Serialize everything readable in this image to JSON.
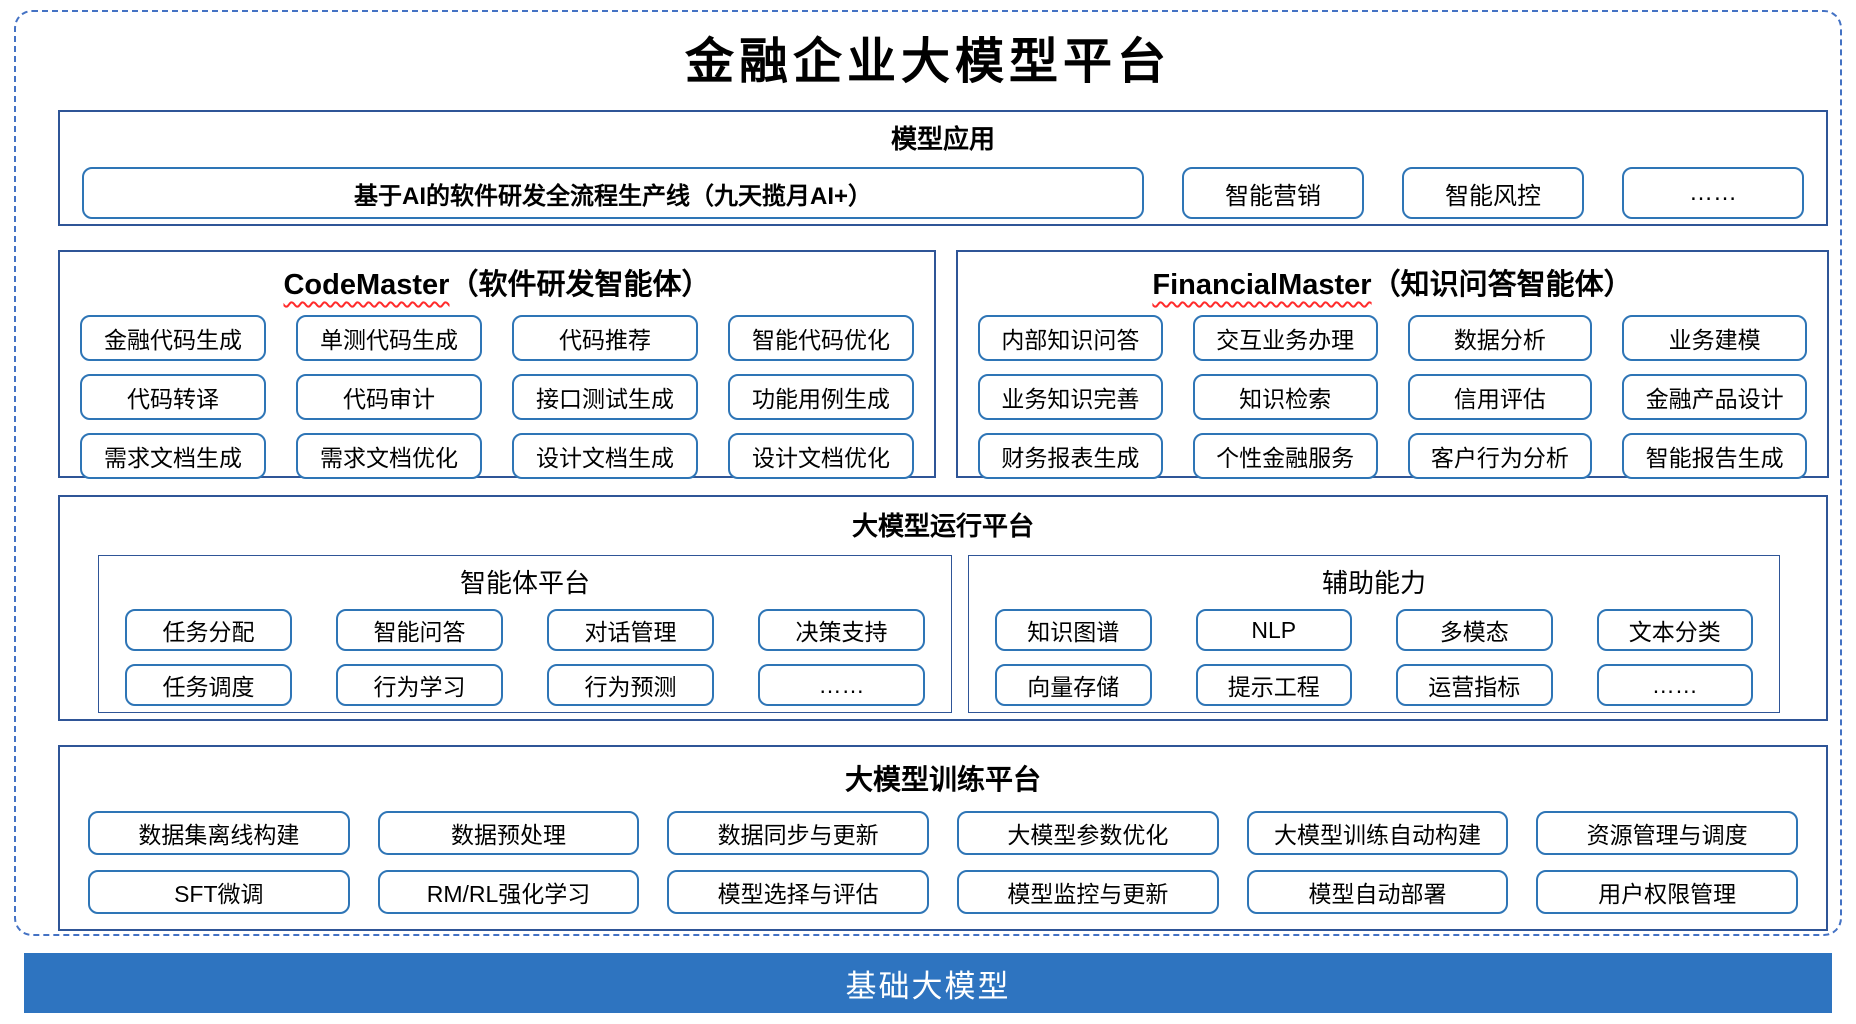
{
  "title": "金融企业大模型平台",
  "apps": {
    "header": "模型应用",
    "pipeline": "基于AI的软件研发全流程生产线（九天揽月AI+）",
    "items": [
      "智能营销",
      "智能风控",
      "……"
    ]
  },
  "agents": [
    {
      "name_en": "CodeMaster",
      "name_suffix": "（软件研发智能体）",
      "items": [
        "金融代码生成",
        "单测代码生成",
        "代码推荐",
        "智能代码优化",
        "代码转译",
        "代码审计",
        "接口测试生成",
        "功能用例生成",
        "需求文档生成",
        "需求文档优化",
        "设计文档生成",
        "设计文档优化"
      ]
    },
    {
      "name_en": "FinancialMaster",
      "name_suffix": "（知识问答智能体）",
      "items": [
        "内部知识问答",
        "交互业务办理",
        "数据分析",
        "业务建模",
        "业务知识完善",
        "知识检索",
        "信用评估",
        "金融产品设计",
        "财务报表生成",
        "个性金融服务",
        "客户行为分析",
        "智能报告生成"
      ]
    }
  ],
  "runtime": {
    "header": "大模型运行平台",
    "panels": [
      {
        "title": "智能体平台",
        "items": [
          "任务分配",
          "智能问答",
          "对话管理",
          "决策支持",
          "任务调度",
          "行为学习",
          "行为预测",
          "……"
        ]
      },
      {
        "title": "辅助能力",
        "items": [
          "知识图谱",
          "NLP",
          "多模态",
          "文本分类",
          "向量存储",
          "提示工程",
          "运营指标",
          "……"
        ]
      }
    ]
  },
  "training": {
    "header": "大模型训练平台",
    "items": [
      "数据集离线构建",
      "数据预处理",
      "数据同步与更新",
      "大模型参数优化",
      "大模型训练自动构建",
      "资源管理与调度",
      "SFT微调",
      "RM/RL强化学习",
      "模型选择与评估",
      "模型监控与更新",
      "模型自动部署",
      "用户权限管理"
    ]
  },
  "foundation": {
    "label": "基础大模型"
  },
  "colors": {
    "dashed_border": "#4472C4",
    "section_border": "#2F5597",
    "box_border": "#2E75B6",
    "foundation_bg": "#2E74C0",
    "squiggle": "#FF2B2B",
    "text": "#000000"
  }
}
